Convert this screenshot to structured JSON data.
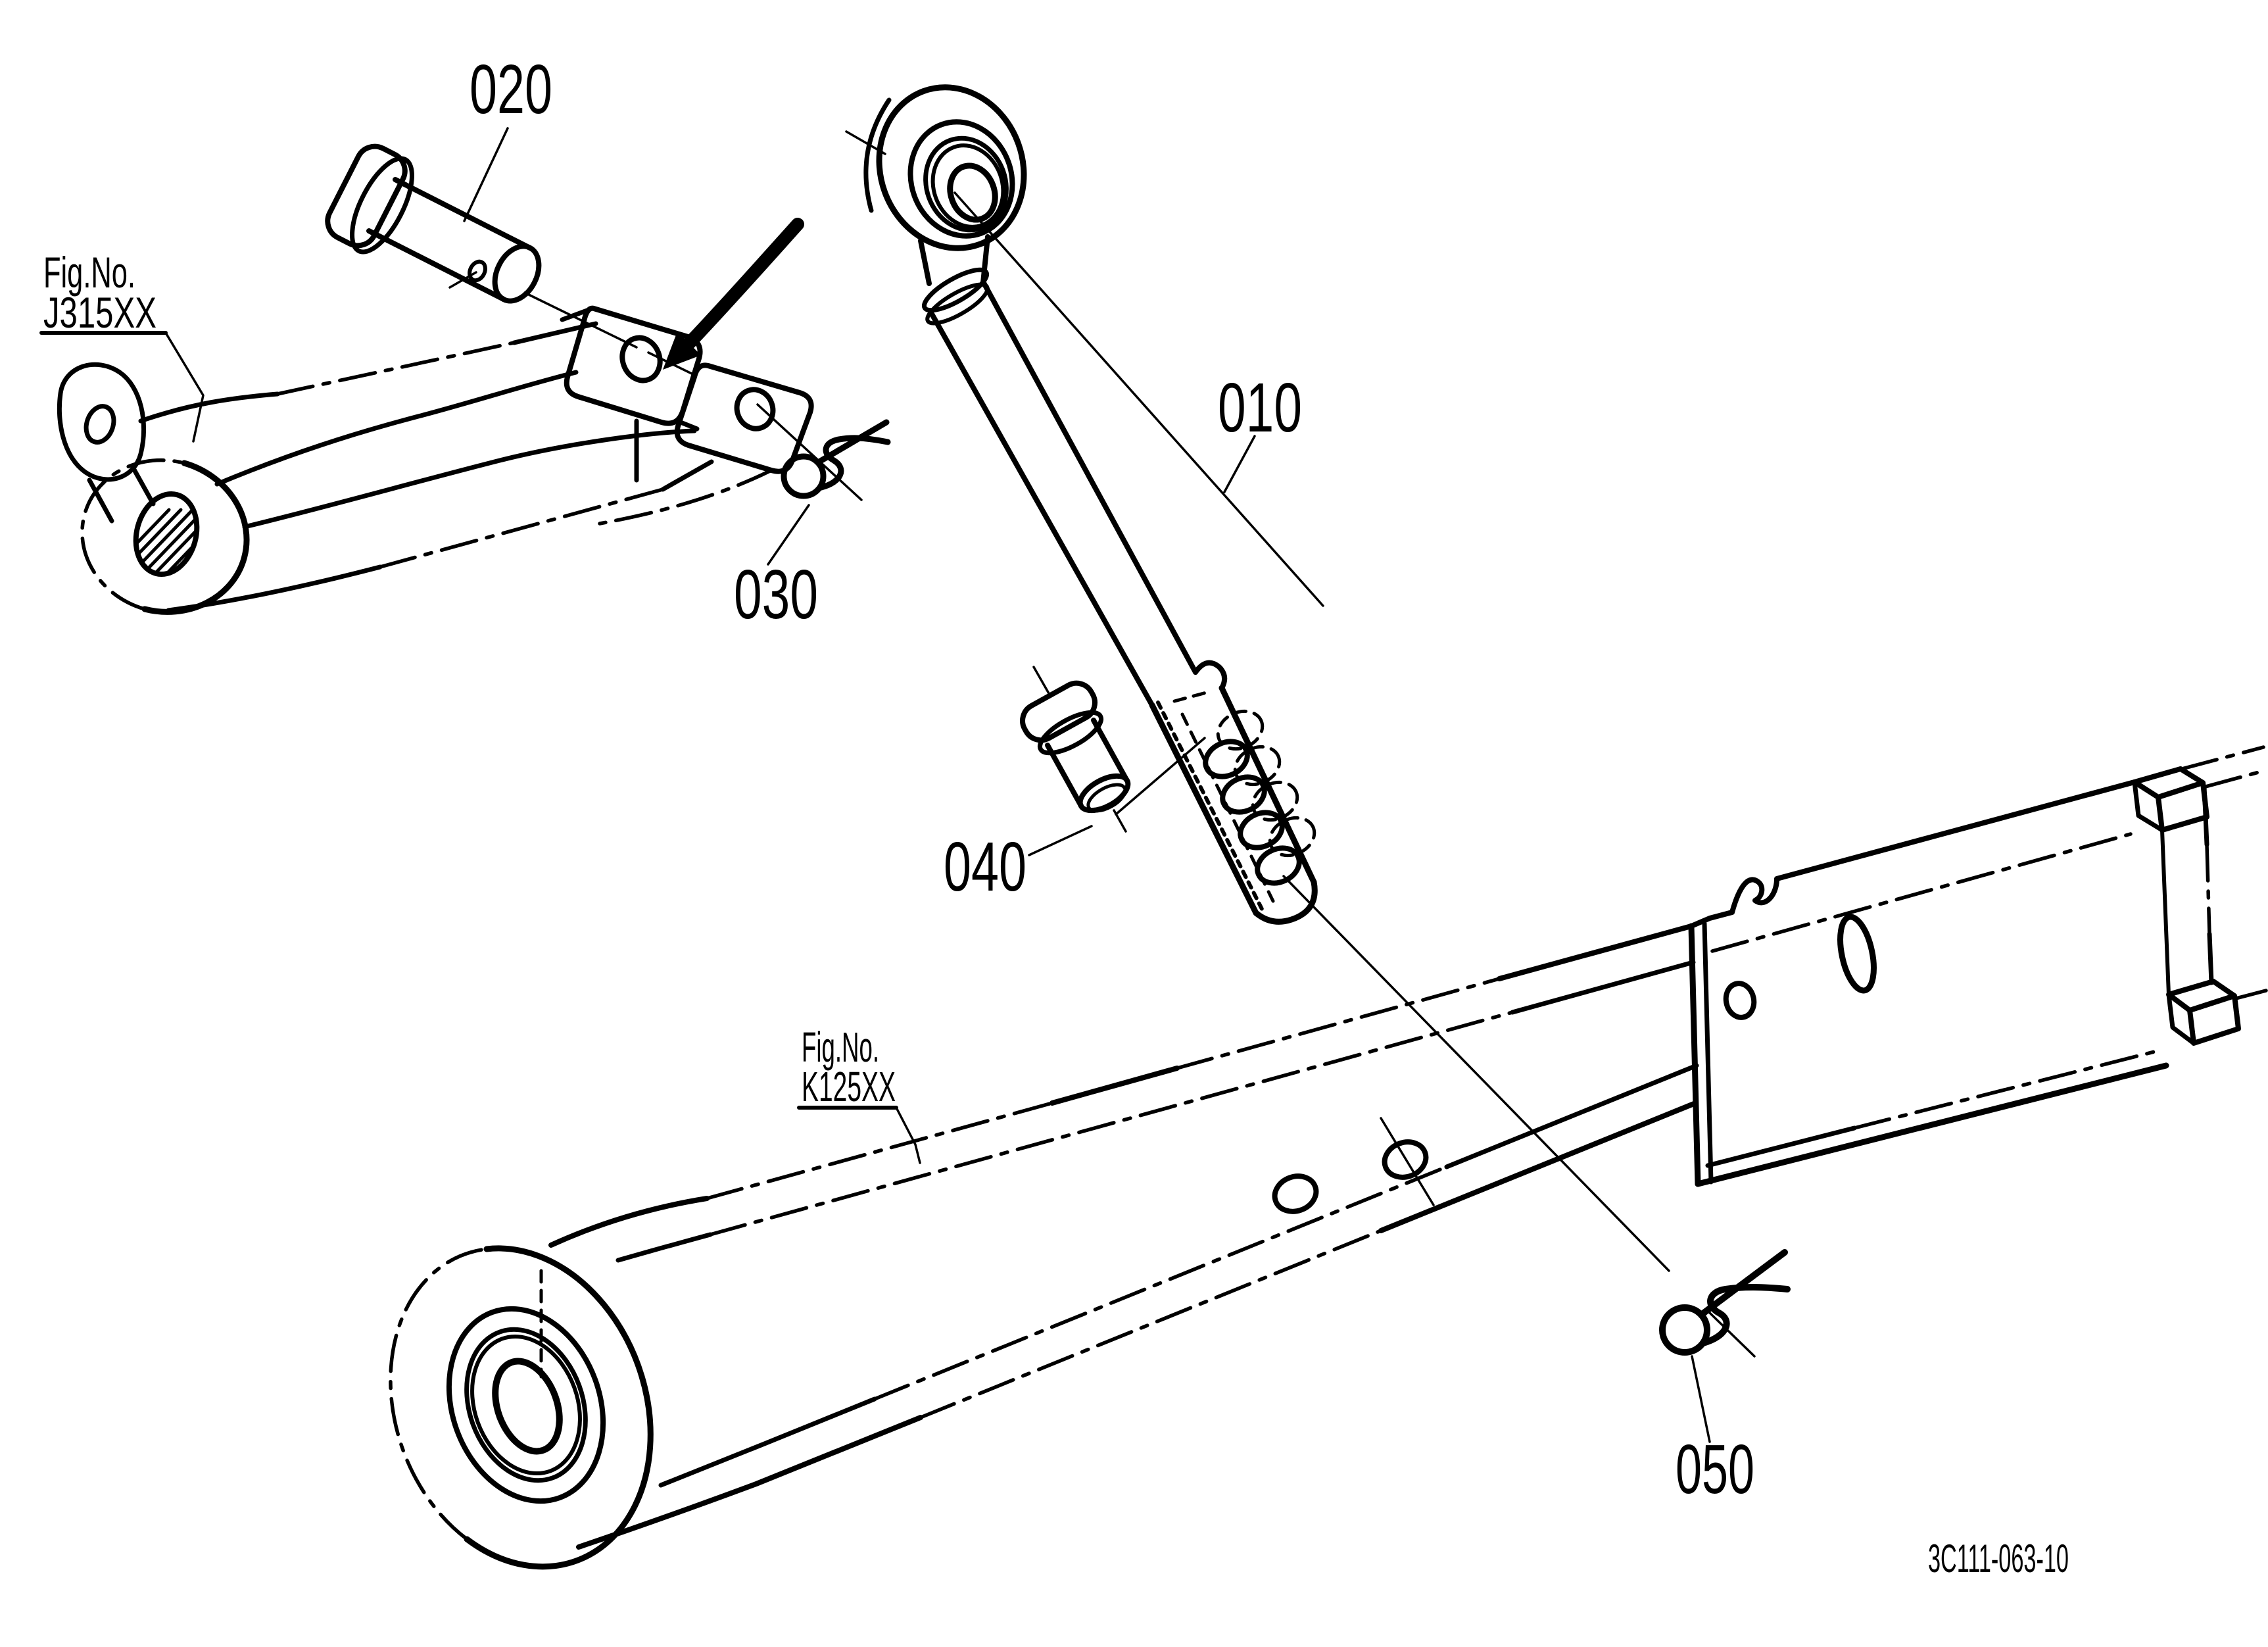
{
  "diagram": {
    "type": "exploded-parts-diagram",
    "drawing_number": "3C111-063-10"
  },
  "part_labels": {
    "p010": "010",
    "p020": "020",
    "p030": "030",
    "p040": "040",
    "p050": "050"
  },
  "figure_refs": {
    "j315": {
      "prefix": "Fig.No.",
      "code": "J315XX"
    },
    "k125": {
      "prefix": "Fig.No.",
      "code": "K125XX"
    }
  },
  "icons": {
    "assembly_arrow": "curved-arrow-pointing-into-clevis"
  },
  "colors": {
    "line": "#000000",
    "background": "#ffffff"
  }
}
